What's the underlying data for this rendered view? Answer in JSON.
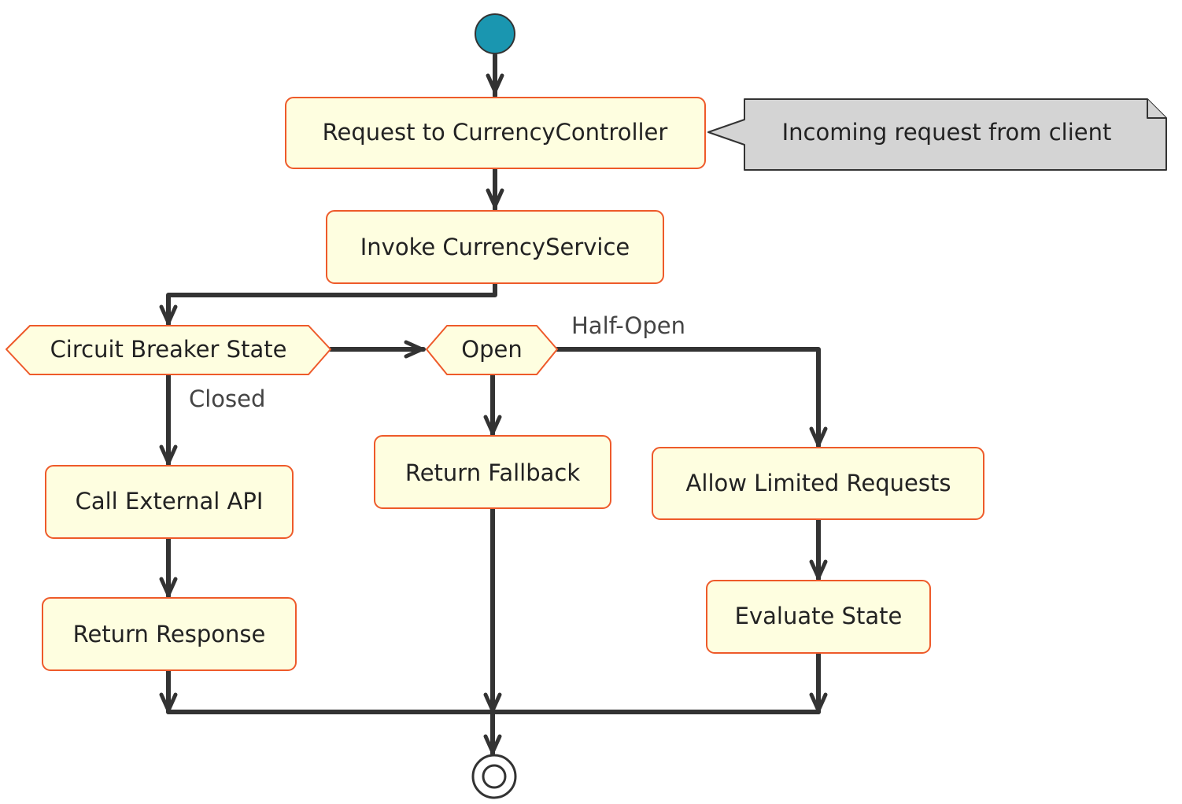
{
  "colors": {
    "action_fill": "#fefee0",
    "action_border": "#ee5a2a",
    "note_fill": "#d4d4d4",
    "start_fill": "#1a96b0",
    "edge": "#333333"
  },
  "nodes": {
    "request": "Request to CurrencyController",
    "note": "Incoming request from client",
    "invoke": "Invoke CurrencyService",
    "decision_state": "Circuit Breaker State",
    "decision_open": "Open",
    "call_api": "Call External API",
    "return_response": "Return Response",
    "return_fallback": "Return Fallback",
    "allow_limited": "Allow Limited Requests",
    "evaluate_state": "Evaluate State"
  },
  "edge_labels": {
    "closed": "Closed",
    "half_open": "Half-Open"
  }
}
